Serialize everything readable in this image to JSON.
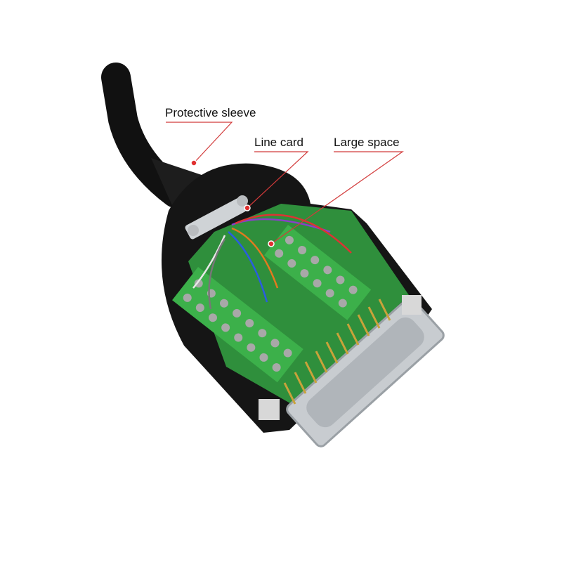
{
  "annotations": [
    {
      "id": "protective-sleeve",
      "text": "Protective sleeve"
    },
    {
      "id": "line-card",
      "text": "Line card"
    },
    {
      "id": "large-space",
      "text": "Large space"
    }
  ],
  "colors": {
    "callout_line": "#d23a3a",
    "pcb_green": "#2f8f3c",
    "terminal_green": "#3cb04a",
    "housing": "#151515",
    "pin_gold": "#c9a23a",
    "shell_silver": "#c8ccd0"
  }
}
